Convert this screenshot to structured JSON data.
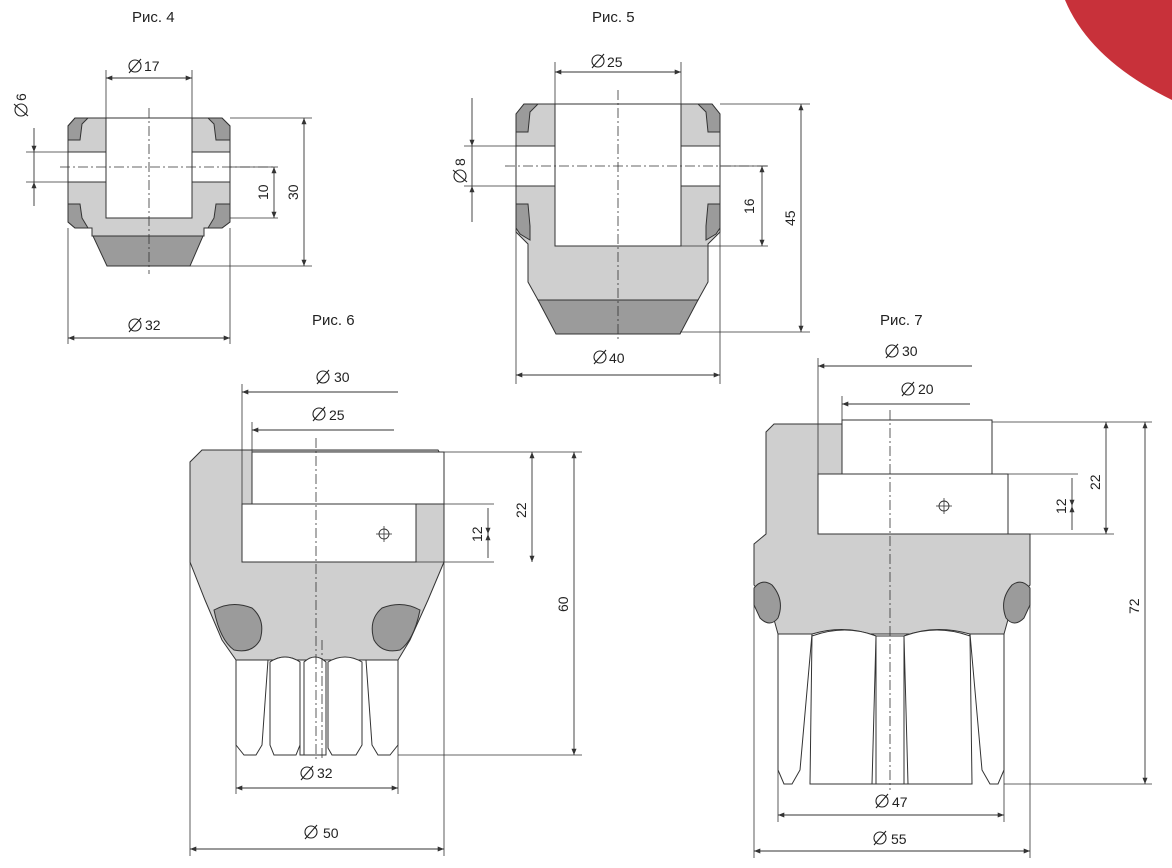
{
  "accent_color": "#c8313a",
  "figures": {
    "fig4": {
      "title": "Рис. 4",
      "dims": {
        "d_top": "17",
        "d_hole": "6",
        "h_slot": "10",
        "h_total": "30",
        "d_bottom": "32"
      }
    },
    "fig5": {
      "title": "Рис. 5",
      "dims": {
        "d_top": "25",
        "d_hole": "8",
        "h_slot": "16",
        "h_total": "45",
        "d_bottom": "40"
      }
    },
    "fig6": {
      "title": "Рис. 6",
      "dims": {
        "d_outer_top": "30",
        "d_inner_top": "25",
        "h_slot": "12",
        "h_top": "22",
        "h_total": "60",
        "d_fingers": "32",
        "d_body": "50"
      }
    },
    "fig7": {
      "title": "Рис. 7",
      "dims": {
        "d_outer_top": "30",
        "d_inner_top": "20",
        "h_slot": "12",
        "h_top": "22",
        "h_total": "72",
        "d_fingers": "47",
        "d_body": "55"
      }
    }
  }
}
